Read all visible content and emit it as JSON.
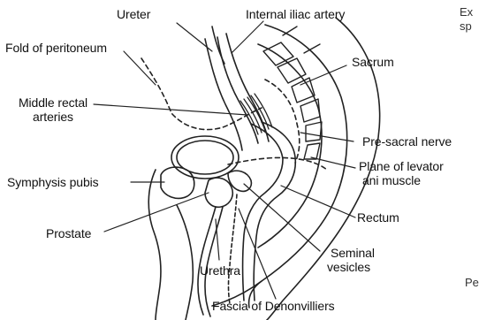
{
  "diagram": {
    "labels": {
      "ureter": "Ureter",
      "internal_iliac_artery": "Internal iliac artery",
      "fold_of_peritoneum": "Fold of peritoneum",
      "sacrum": "Sacrum",
      "middle_rectal_arteries_line1": "Middle rectal",
      "middle_rectal_arteries_line2": "arteries",
      "pre_sacral_nerve": "Pre-sacral nerve",
      "plane_of_levator_line1": "Plane of levator",
      "plane_of_levator_line2": "ani muscle",
      "symphysis_pubis": "Symphysis pubis",
      "prostate": "Prostate",
      "rectum": "Rectum",
      "seminal_line1": "Seminal",
      "seminal_line2": "vesicles",
      "urethra": "Urethra",
      "fascia_of_denonvilliers": "Fascia of Denonvilliers"
    },
    "edge_text": {
      "top_right_1": "Ex",
      "top_right_2": "sp",
      "bottom_right": "Pe"
    },
    "line_color": "#222222"
  }
}
